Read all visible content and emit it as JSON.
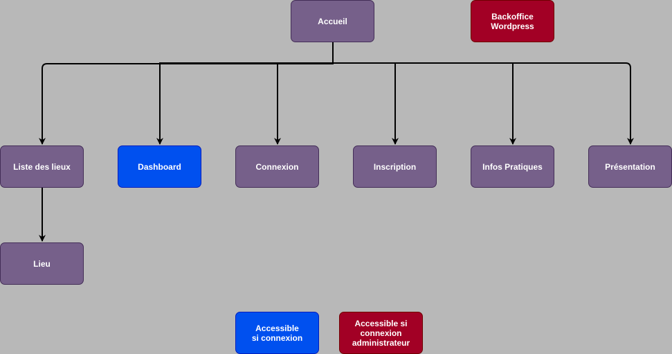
{
  "nodes": {
    "accueil": "Accueil",
    "backoffice": "Backoffice\nWordpress",
    "liste_des_lieux": "Liste des lieux",
    "dashboard": "Dashboard",
    "connexion": "Connexion",
    "inscription": "Inscription",
    "infos_pratiques": "Infos Pratiques",
    "presentation": "Présentation",
    "lieu": "Lieu"
  },
  "legend": {
    "connexion": "Accessible\nsi connexion",
    "admin": "Accessible si\nconnexion\nadministrateur"
  },
  "colors": {
    "background": "#b8b8b8",
    "page_node": "#76608a",
    "connected_node": "#0050ef",
    "admin_node": "#a20025",
    "edge": "#000000"
  }
}
